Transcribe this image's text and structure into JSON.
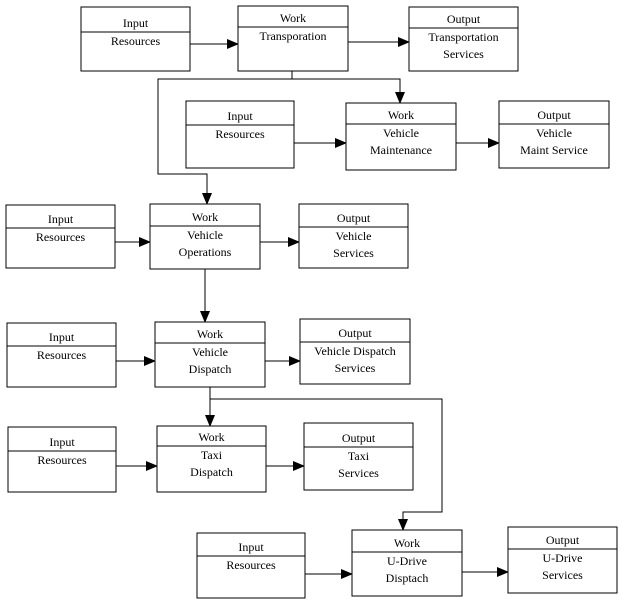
{
  "nodes": [
    {
      "id": "in-transport",
      "kind": "input",
      "header": "Input",
      "lines": [
        "Resources"
      ]
    },
    {
      "id": "work-transport",
      "kind": "work",
      "header": "Work",
      "lines": [
        "Transporation"
      ]
    },
    {
      "id": "out-transport",
      "kind": "output",
      "header": "Output",
      "lines": [
        "Transportation",
        "Services"
      ]
    },
    {
      "id": "in-maint",
      "kind": "input",
      "header": "Input",
      "lines": [
        "Resources"
      ]
    },
    {
      "id": "work-maint",
      "kind": "work",
      "header": "Work",
      "lines": [
        "Vehicle",
        "Maintenance"
      ]
    },
    {
      "id": "out-maint",
      "kind": "output",
      "header": "Output",
      "lines": [
        "Vehicle",
        "Maint Service"
      ]
    },
    {
      "id": "in-ops",
      "kind": "input",
      "header": "Input",
      "lines": [
        "Resources"
      ]
    },
    {
      "id": "work-ops",
      "kind": "work",
      "header": "Work",
      "lines": [
        "Vehicle",
        "Operations"
      ]
    },
    {
      "id": "out-ops",
      "kind": "output",
      "header": "Output",
      "lines": [
        "Vehicle",
        "Services"
      ]
    },
    {
      "id": "in-dispatch",
      "kind": "input",
      "header": "Input",
      "lines": [
        "Resources"
      ]
    },
    {
      "id": "work-dispatch",
      "kind": "work",
      "header": "Work",
      "lines": [
        "Vehicle",
        "Dispatch"
      ]
    },
    {
      "id": "out-dispatch",
      "kind": "output",
      "header": "Output",
      "lines": [
        "Vehicle Dispatch",
        "Services"
      ]
    },
    {
      "id": "in-taxi",
      "kind": "input",
      "header": "Input",
      "lines": [
        "Resources"
      ]
    },
    {
      "id": "work-taxi",
      "kind": "work",
      "header": "Work",
      "lines": [
        "Taxi",
        "Dispatch"
      ]
    },
    {
      "id": "out-taxi",
      "kind": "output",
      "header": "Output",
      "lines": [
        "Taxi",
        "Services"
      ]
    },
    {
      "id": "in-udrive",
      "kind": "input",
      "header": "Input",
      "lines": [
        "Resources"
      ]
    },
    {
      "id": "work-udrive",
      "kind": "work",
      "header": "Work",
      "lines": [
        "U-Drive",
        "Disptach"
      ]
    },
    {
      "id": "out-udrive",
      "kind": "output",
      "header": "Output",
      "lines": [
        "U-Drive",
        "Services"
      ]
    }
  ],
  "edges": [
    {
      "from": "in-transport",
      "to": "work-transport"
    },
    {
      "from": "work-transport",
      "to": "out-transport"
    },
    {
      "from": "work-transport",
      "to": "work-maint"
    },
    {
      "from": "work-transport",
      "to": "work-ops"
    },
    {
      "from": "in-maint",
      "to": "work-maint"
    },
    {
      "from": "work-maint",
      "to": "out-maint"
    },
    {
      "from": "in-ops",
      "to": "work-ops"
    },
    {
      "from": "work-ops",
      "to": "out-ops"
    },
    {
      "from": "work-ops",
      "to": "work-dispatch"
    },
    {
      "from": "in-dispatch",
      "to": "work-dispatch"
    },
    {
      "from": "work-dispatch",
      "to": "out-dispatch"
    },
    {
      "from": "work-dispatch",
      "to": "work-taxi"
    },
    {
      "from": "work-dispatch",
      "to": "work-udrive"
    },
    {
      "from": "in-taxi",
      "to": "work-taxi"
    },
    {
      "from": "work-taxi",
      "to": "out-taxi"
    },
    {
      "from": "in-udrive",
      "to": "work-udrive"
    },
    {
      "from": "work-udrive",
      "to": "out-udrive"
    }
  ]
}
